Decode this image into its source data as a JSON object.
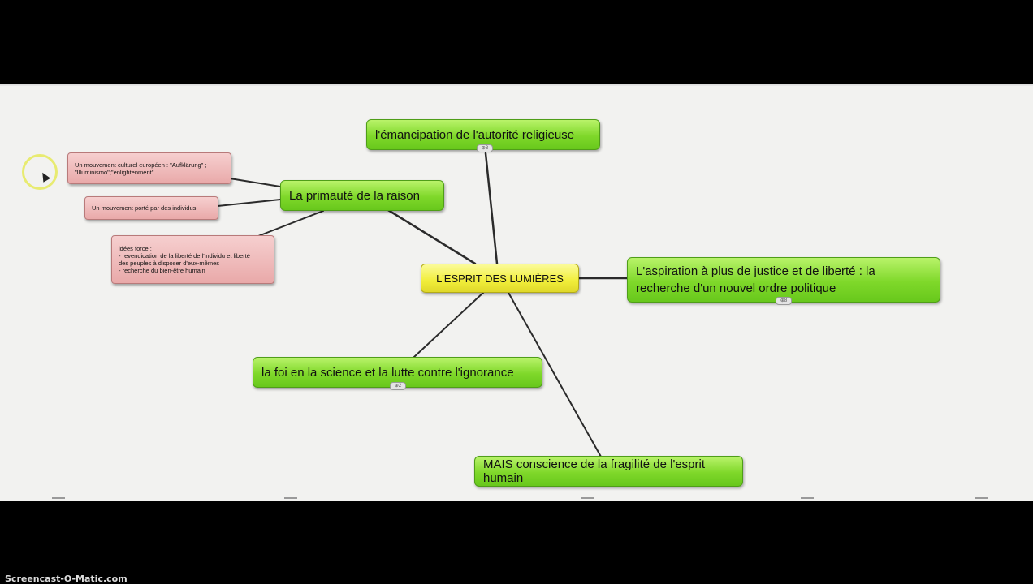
{
  "mindmap": {
    "center": "L'ESPRIT DES LUMIÈRES",
    "branches": {
      "emancipation": "l'émancipation de l'autorité religieuse",
      "raison": "La primauté de la raison",
      "aspiration_line1": "L'aspiration à plus de justice et de liberté : la",
      "aspiration_line2": "recherche d'un nouvel ordre politique",
      "science": "la foi en la science et la lutte contre l'ignorance",
      "fragilite": "MAIS conscience de la fragilité de l'esprit humain"
    },
    "notes": {
      "mouvement_line1": "Un mouvement culturel européen : \"Aufklärung\" ;",
      "mouvement_line2": "\"Illuminismo\";\"enlightenment\"",
      "individus": "Un mouvement porté par des individus",
      "idees_line1": "idées force :",
      "idees_line2": "- revendication de la  liberté de l'individu  et liberté",
      "idees_line3": "des peuples à disposer d'eux-mêmes",
      "idees_line4": "- recherche du bien-être humain"
    },
    "collapsed_badges": {
      "emancipation": "⊕3",
      "aspiration": "⊕8",
      "science": "⊕2"
    }
  },
  "watermark": "Screencast-O-Matic.com",
  "colors": {
    "topic_green": "#7fd82a",
    "center_yellow": "#f1ee3a",
    "note_pink": "#e9a9a9",
    "canvas": "#f2f2f0"
  }
}
